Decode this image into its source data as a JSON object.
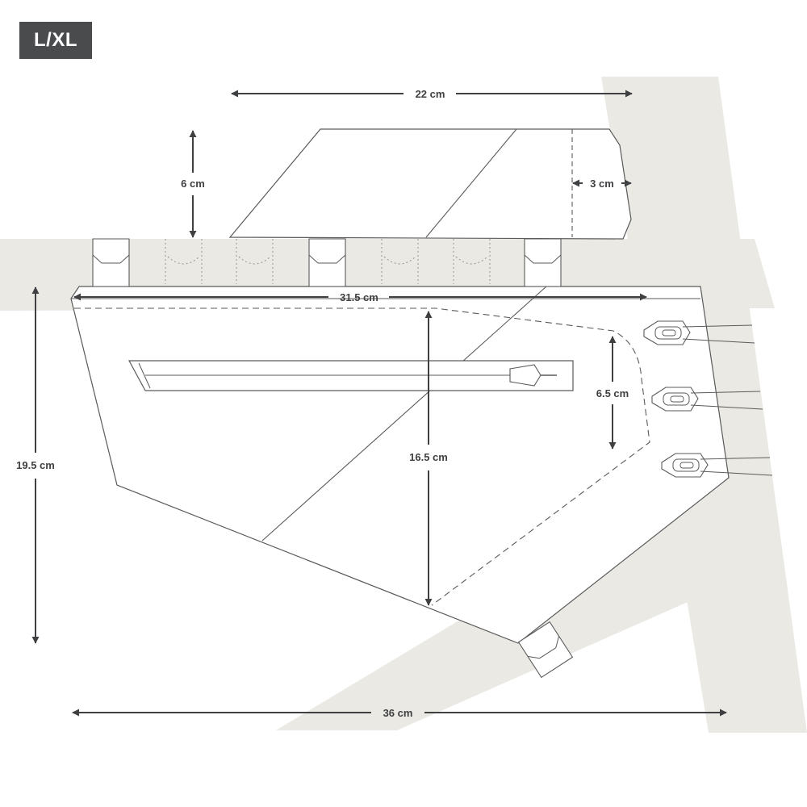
{
  "size_label": "L/XL",
  "dimensions": {
    "top_width": "22 cm",
    "top_height": "6 cm",
    "top_end_depth": "3 cm",
    "main_top_width": "31.5 cm",
    "overall_height": "19.5 cm",
    "main_height": "16.5 cm",
    "side_height": "6.5 cm",
    "bottom_width": "36 cm"
  },
  "colors": {
    "frame_tube": "#eae9e4",
    "bag_fill": "#ffffff",
    "outline": "#5a5a5a",
    "dimension": "#3f4042",
    "badge": "#4a4b4d"
  },
  "icons": {
    "strap": "velcro-strap-icon",
    "zipper": "zipper-icon",
    "bolt": "bottle-cage-bolt-icon"
  }
}
